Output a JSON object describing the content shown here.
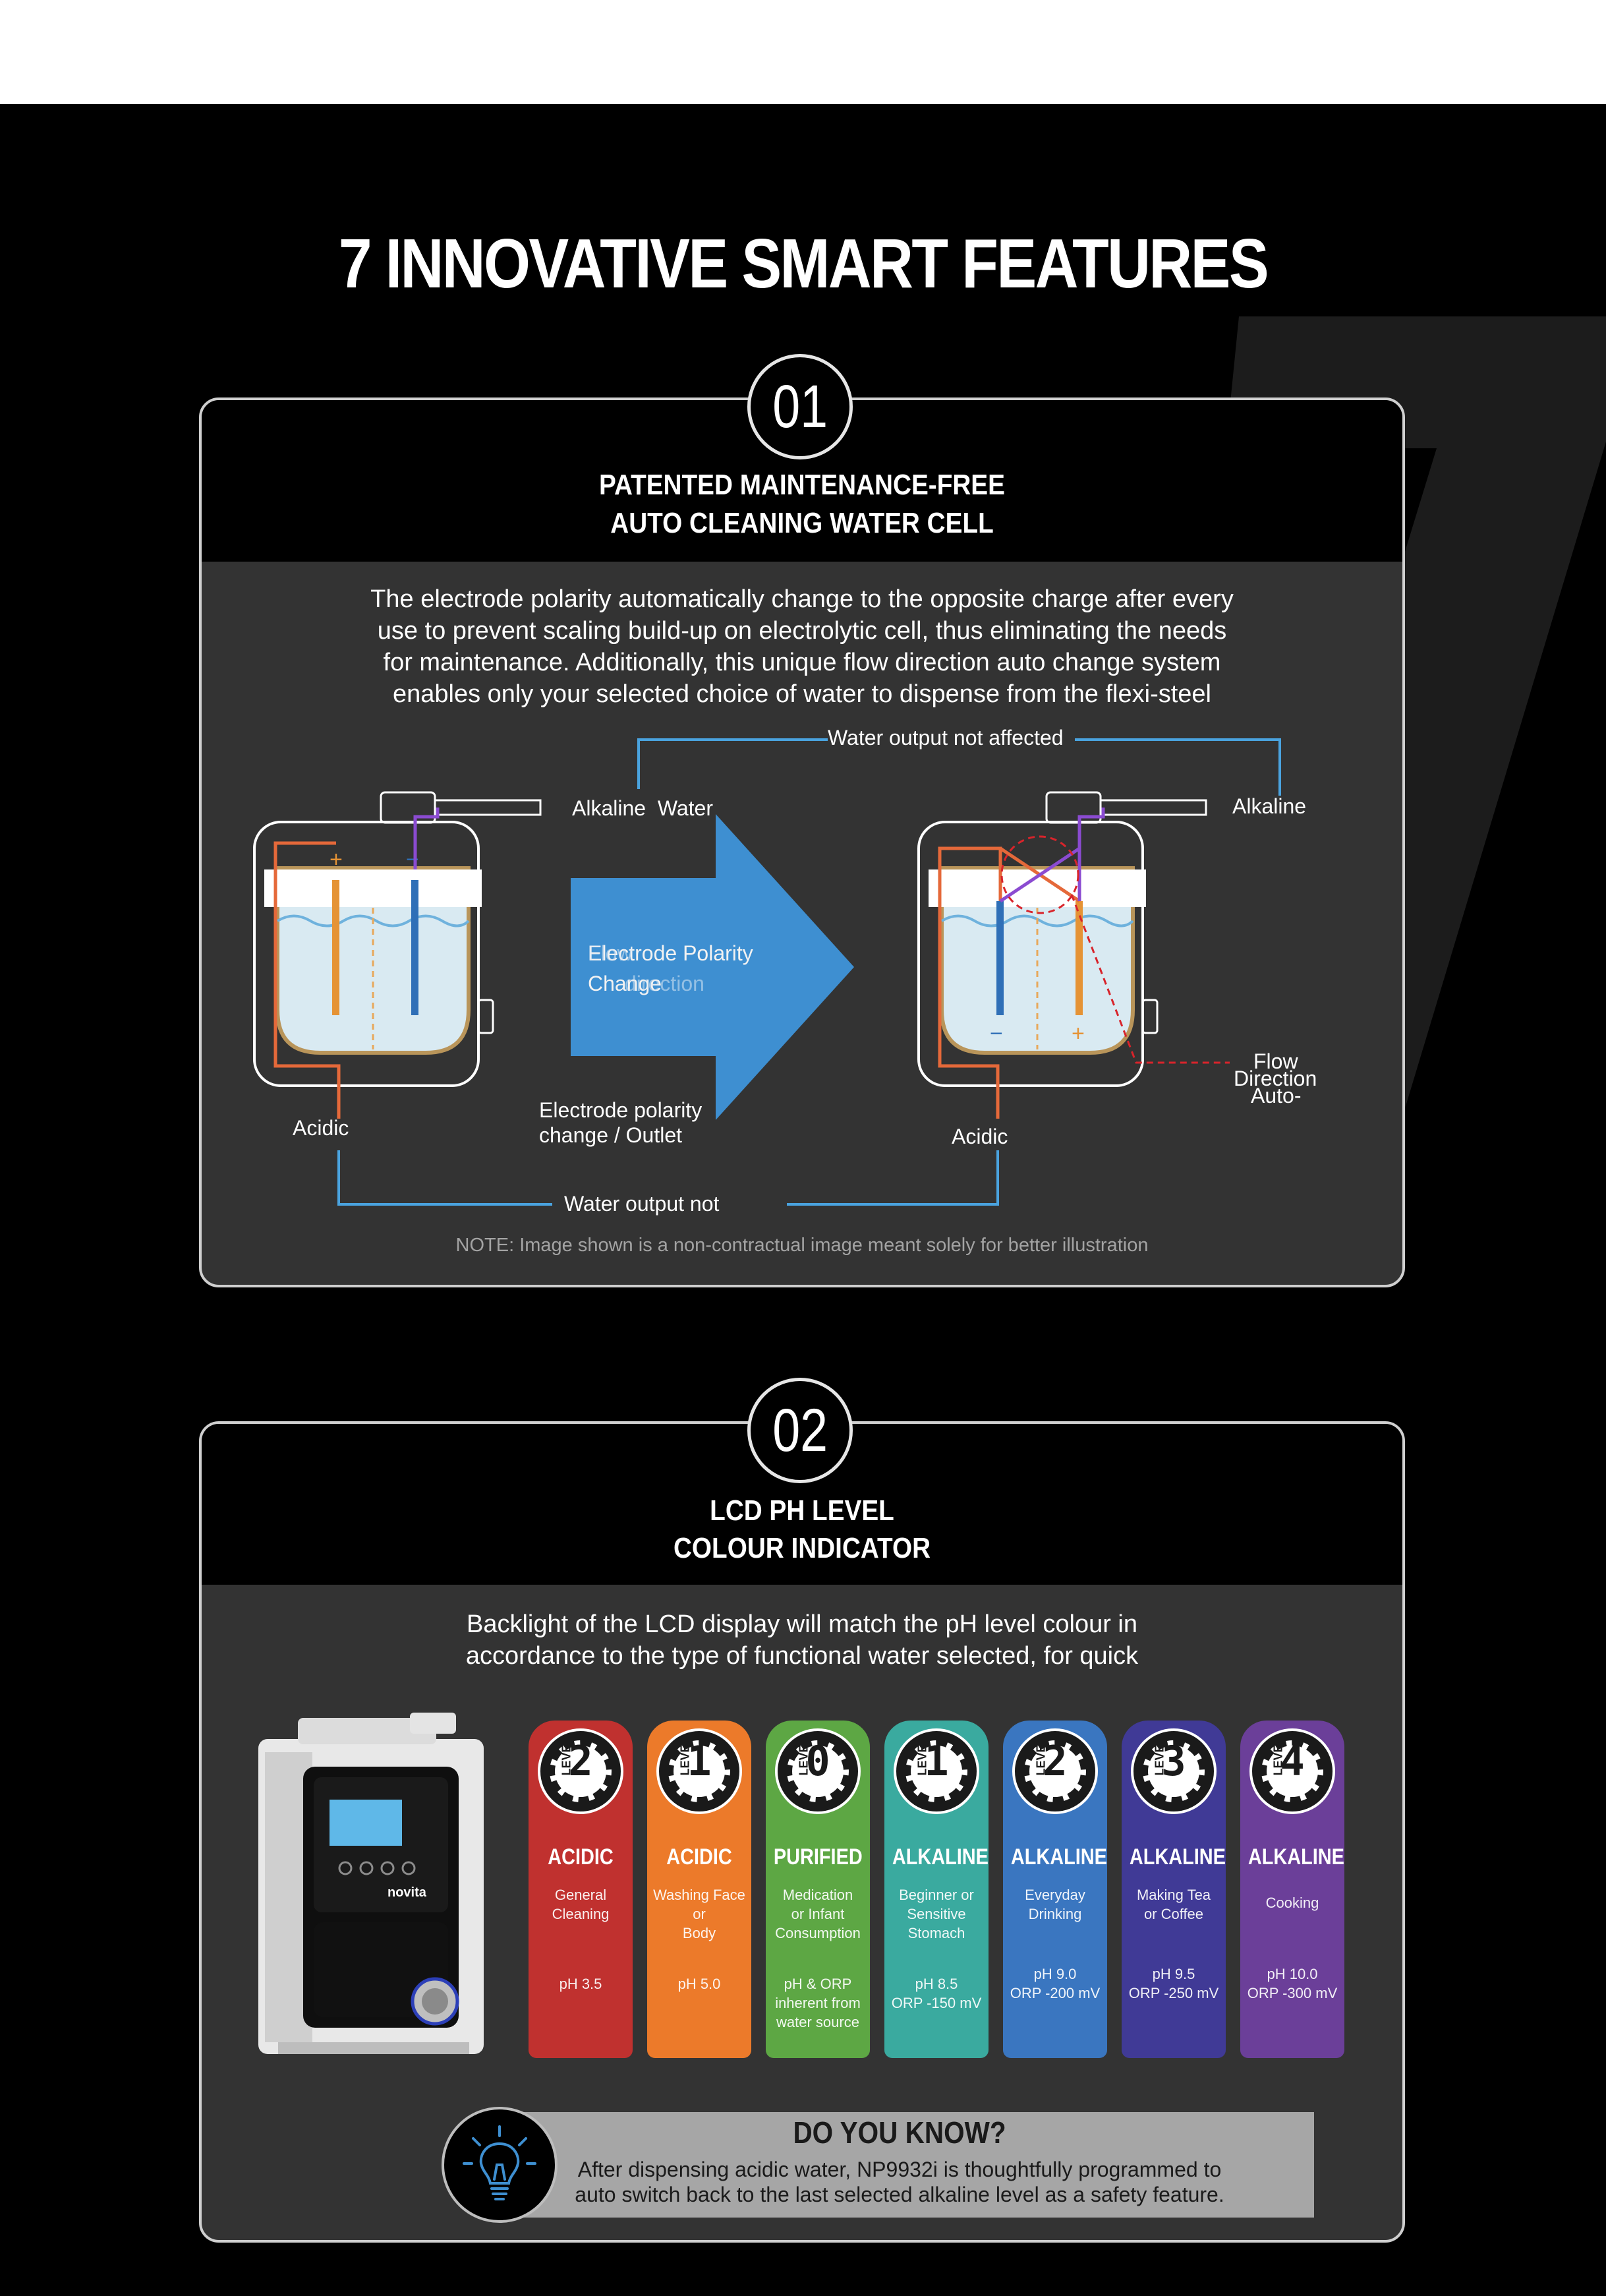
{
  "page": {
    "title": "7 INNOVATIVE SMART FEATURES",
    "background_number": "7"
  },
  "feature1": {
    "number": "01",
    "title_line1": "PATENTED MAINTENANCE-FREE",
    "title_line2": "AUTO CLEANING WATER CELL",
    "desc_lines": [
      "The electrode polarity automatically change to the opposite charge after every",
      "use to prevent scaling build-up on electrolytic cell, thus eliminating the needs",
      "for maintenance. Additionally, this unique flow direction auto change system",
      "enables only your selected choice of water to dispense from the flexi-steel"
    ],
    "diagram": {
      "top_label": "Water output not affected",
      "left_alkaline": "Alkaline  Water",
      "right_alkaline": "Alkaline",
      "arrow_line1": "Electrode Polarity",
      "arrow_line2": "Change",
      "arrow_overlay1": "Flow",
      "arrow_overlay2": "direction",
      "left_acidic": "Acidic",
      "right_acidic": "Acidic",
      "middle_line1": "Electrode polarity",
      "middle_line2": "change / Outlet",
      "flow_line1": "Flow",
      "flow_line2": "Direction",
      "flow_line3": "Auto-",
      "bottom_label": "Water output not",
      "plus": "+",
      "minus": "−"
    },
    "note": "NOTE: Image shown is a non-contractual image meant solely for better illustration"
  },
  "feature2": {
    "number": "02",
    "title_line1": "LCD PH LEVEL",
    "title_line2": "COLOUR INDICATOR",
    "desc_lines": [
      "Backlight of the LCD display will match the pH level colour in",
      "accordance to the type of functional water selected, for quick"
    ],
    "device_brand": "novita",
    "levels": [
      {
        "level_word": "LEVEL",
        "num": "2",
        "name": "ACIDIC",
        "use": [
          "General",
          "Cleaning"
        ],
        "ph": [
          "pH 3.5"
        ],
        "color": "#c0312f"
      },
      {
        "level_word": "LEVEL",
        "num": "1",
        "name": "ACIDIC",
        "use": [
          "Washing Face or",
          "Body"
        ],
        "ph": [
          "pH 5.0"
        ],
        "color": "#ec7a2a"
      },
      {
        "level_word": "LEVEL",
        "num": "0",
        "name": "PURIFIED",
        "use": [
          "Medication",
          "or Infant",
          "Consumption"
        ],
        "ph": [
          "pH & ORP",
          "inherent from",
          "water source"
        ],
        "color": "#5da744"
      },
      {
        "level_word": "LEVEL",
        "num": "1",
        "name": "ALKALINE",
        "use": [
          "Beginner or",
          "Sensitive",
          "Stomach"
        ],
        "ph": [
          "pH 8.5",
          "ORP -150 mV"
        ],
        "color": "#3aaa9f"
      },
      {
        "level_word": "LEVEL",
        "num": "2",
        "name": "ALKALINE",
        "use": [
          "Everyday",
          "Drinking"
        ],
        "ph": [
          "pH 9.0",
          "ORP -200 mV"
        ],
        "color": "#3a76c0"
      },
      {
        "level_word": "LEVEL",
        "num": "3",
        "name": "ALKALINE",
        "use": [
          "Making Tea",
          "or Coffee"
        ],
        "ph": [
          "pH 9.5",
          "ORP -250 mV"
        ],
        "color": "#403a96"
      },
      {
        "level_word": "LEVEL",
        "num": "4",
        "name": "ALKALINE",
        "use": [
          "Cooking"
        ],
        "ph": [
          "pH 10.0",
          "ORP -300 mV"
        ],
        "color": "#6b3f99"
      }
    ],
    "know": {
      "title": "DO YOU KNOW?",
      "line1": "After dispensing acidic water, NP9932i is thoughtfully programmed to",
      "line2": "auto switch back to the last selected alkaline level as a safety feature.",
      "icon": "lightbulb-icon"
    }
  }
}
